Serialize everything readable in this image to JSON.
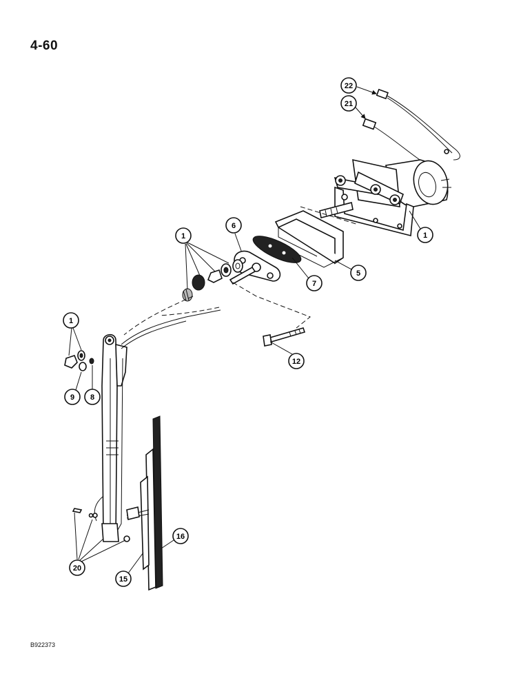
{
  "page_number": "4-60",
  "figure_code": "B922373",
  "callouts": {
    "c22": "22",
    "c21": "21",
    "c1_motor": "1",
    "c6": "6",
    "c1_shaft": "1",
    "c5": "5",
    "c7": "7",
    "c12": "12",
    "c1_nut": "1",
    "c9": "9",
    "c8": "8",
    "c16": "16",
    "c15": "15",
    "c20": "20"
  }
}
